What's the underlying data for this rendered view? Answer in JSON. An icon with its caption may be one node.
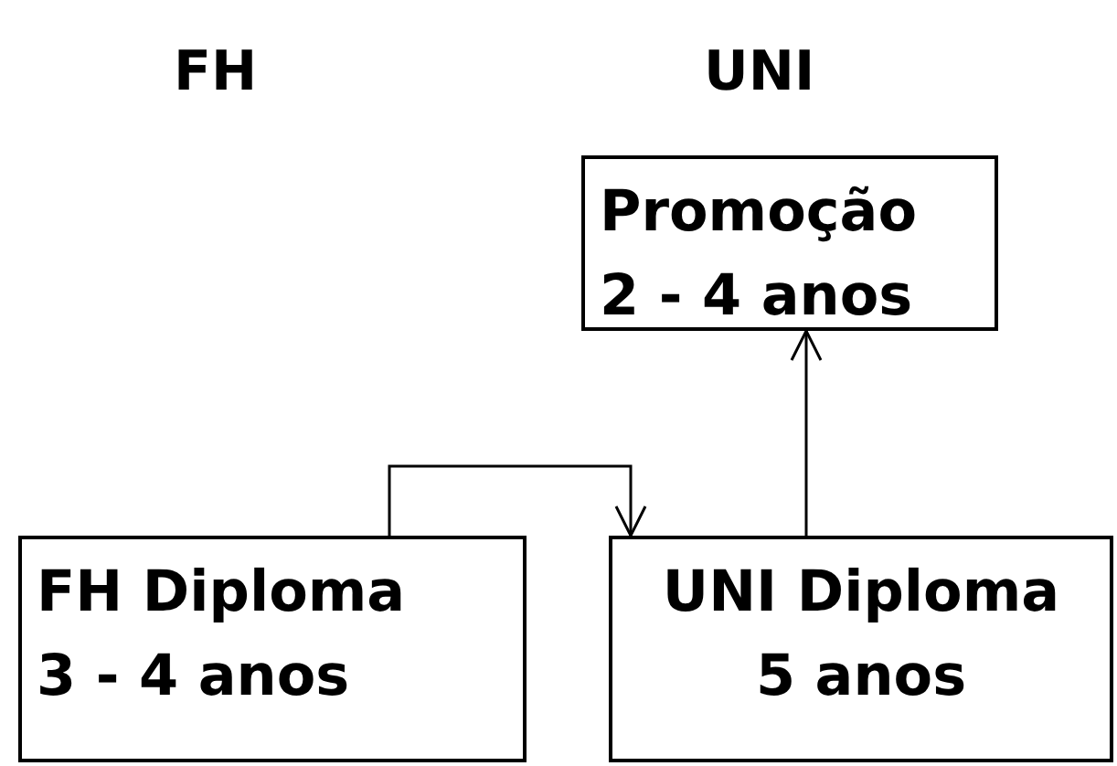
{
  "diagram": {
    "nodes": [
      {
        "text": [
          "Promoção",
          "2 - 4 anos"
        ]
      },
      {
        "text": [
          "FH Diploma",
          "3 - 4 anos"
        ]
      },
      {
        "text": [
          "UNI Diploma",
          "5 anos"
        ]
      }
    ],
    "edges": [
      {
        "from": 1,
        "to": 2,
        "arrow": "to"
      },
      {
        "from": 2,
        "to": 0,
        "arrow": "to"
      }
    ],
    "labels": [
      "FH",
      "UNI"
    ]
  }
}
